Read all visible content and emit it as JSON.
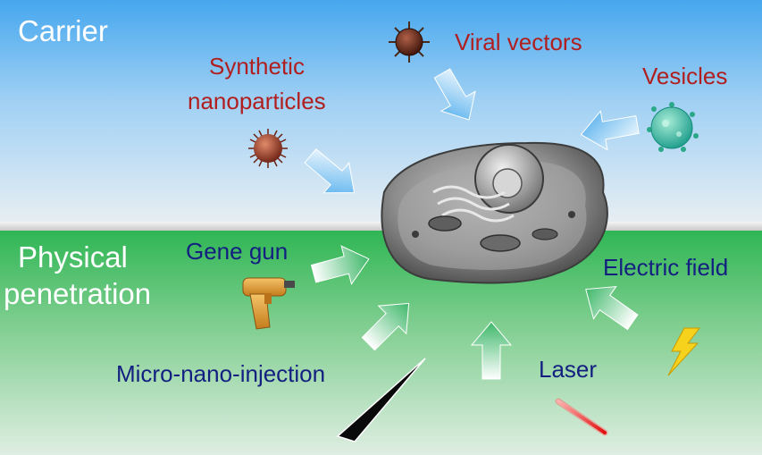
{
  "sections": {
    "carrier": "Carrier",
    "physical": [
      "Physical",
      "penetration"
    ]
  },
  "carrier_methods": {
    "viral_vectors": "Viral vectors",
    "synthetic_nanoparticles": [
      "Synthetic",
      "nanoparticles"
    ],
    "vesicles": "Vesicles"
  },
  "physical_methods": {
    "gene_gun": "Gene gun",
    "electric_field": "Electric field",
    "micro_nano_injection": "Micro-nano-injection",
    "laser": "Laser"
  },
  "colors": {
    "carrier_label": "#b01e1e",
    "physical_label": "#142080",
    "carrier_arrow": "#5cb8ee",
    "physical_arrow": "#4fc07a"
  },
  "icons": [
    "virus-icon",
    "nanoparticle-icon",
    "vesicle-icon",
    "gene-gun-icon",
    "needle-icon",
    "laser-beam-icon",
    "lightning-icon",
    "cell-illustration"
  ]
}
